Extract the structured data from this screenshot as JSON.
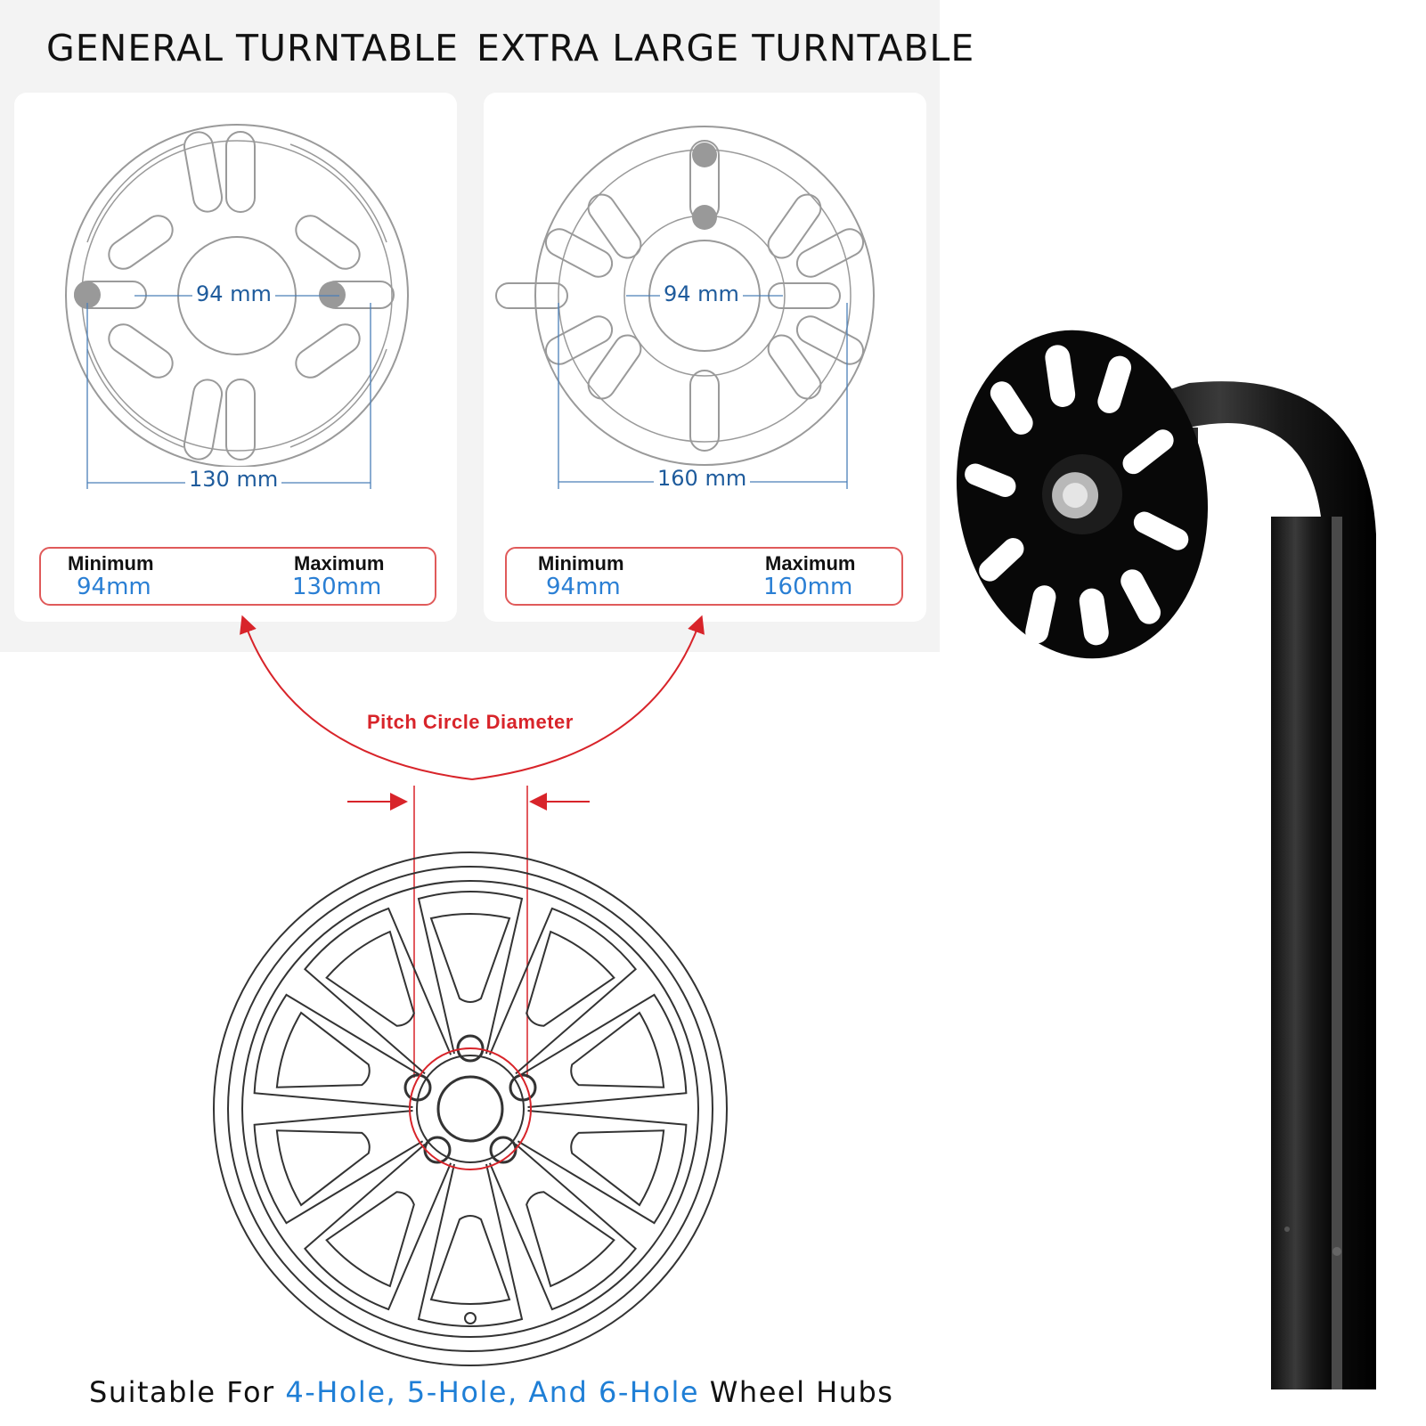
{
  "headings": {
    "general": "GENERAL TURNTABLE",
    "extra_large": "EXTRA LARGE TURNTABLE"
  },
  "general_turntable": {
    "inner_dimension": "94 mm",
    "outer_dimension": "130 mm",
    "minimum_label": "Minimum",
    "minimum_value": "94mm",
    "maximum_label": "Maximum",
    "maximum_value": "130mm"
  },
  "extra_large_turntable": {
    "inner_dimension": "94 mm",
    "outer_dimension": "160 mm",
    "minimum_label": "Minimum",
    "minimum_value": "94mm",
    "maximum_label": "Maximum",
    "maximum_value": "160mm"
  },
  "pitch_circle_label": "Pitch Circle Diameter",
  "suitability": {
    "prefix": "Suitable For ",
    "highlight": "4-Hole, 5-Hole, And 6-Hole",
    "suffix": " Wheel Hubs"
  },
  "colors": {
    "accent_red": "#d8242a",
    "accent_blue": "#2a7fd4",
    "dimension_blue": "#1e5b9c"
  }
}
